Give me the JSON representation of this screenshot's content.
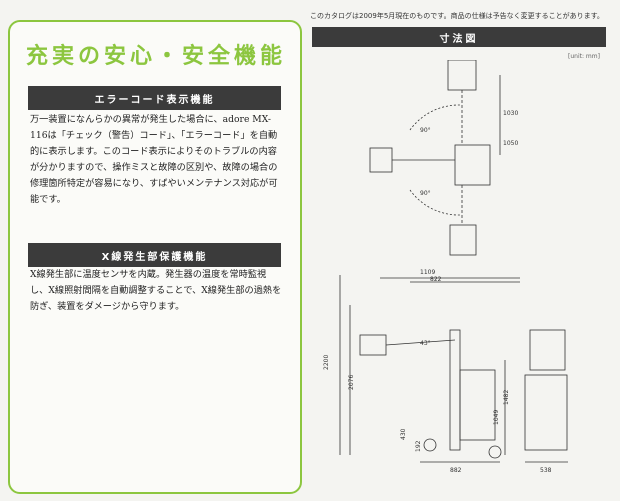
{
  "left": {
    "main_title": "充実の安心・安全機能",
    "sec1_title": "エラーコード表示機能",
    "sec1_body": "万一装置になんらかの異常が発生した場合に、adore MX-116は「チェック（警告）コード」、「エラーコード」を自動的に表示します。このコード表示によりそのトラブルの内容が分かりますので、操作ミスと故障の区別や、故障の場合の修理箇所特定が容易になり、すばやいメンテナンス対応が可能です。",
    "sec2_title": "X線発生部保護機能",
    "sec2_body": "X線発生部に温度センサを内蔵。発生器の温度を常時監視し、X線照射間隔を自動調整することで、X線発生部の過熱を防ぎ、装置をダメージから守ります。"
  },
  "right": {
    "notice": "このカタログは2009年5月現在のものです。商品の仕様は予告なく変更することがあります。",
    "dim_title": "寸法図",
    "unit": "[unit: mm]",
    "top_view": {
      "label_1030": "1030",
      "label_1050": "1050",
      "label_90a": "90°",
      "label_90b": "90°"
    },
    "side_view": {
      "label_1109": "1109",
      "label_822": "822",
      "label_43": "43°",
      "label_2200": "2200",
      "label_2076": "2076",
      "label_1482": "1482",
      "label_1049": "1049",
      "label_430": "430",
      "label_192": "192",
      "label_882": "882",
      "label_538": "538"
    }
  }
}
